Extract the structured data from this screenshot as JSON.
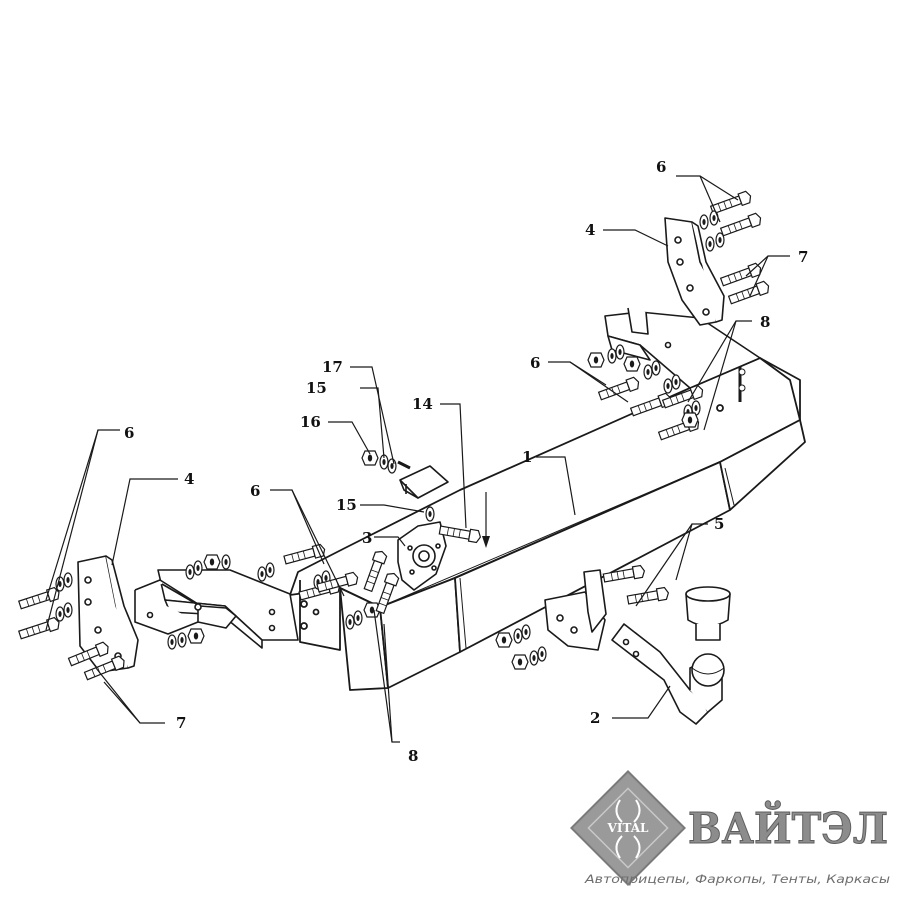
{
  "colors": {
    "ink": "#1a1a1a",
    "logo_grey": "#8a8a8a",
    "logo_dark": "#6e6e6e"
  },
  "callouts": {
    "c1": "1",
    "c2": "2",
    "c3": "3",
    "c4_left": "4",
    "c4_right": "4",
    "c5": "5",
    "c6_top_right": "6",
    "c6_mid_right": "6",
    "c6_center": "6",
    "c6_left": "6",
    "c7_right": "7",
    "c7_left": "7",
    "c8_right": "8",
    "c8_bottom": "8",
    "c14": "14",
    "c15_top": "15",
    "c15_low": "15",
    "c16": "16",
    "c17": "17"
  },
  "logo": {
    "emblem_text": "VITAL",
    "brand": "ВАЙТЭЛ",
    "tagline": "Автоприцепы, Фаркопы, Тенты, Каркасы",
    "icon": "diamond-emblem-icon"
  }
}
